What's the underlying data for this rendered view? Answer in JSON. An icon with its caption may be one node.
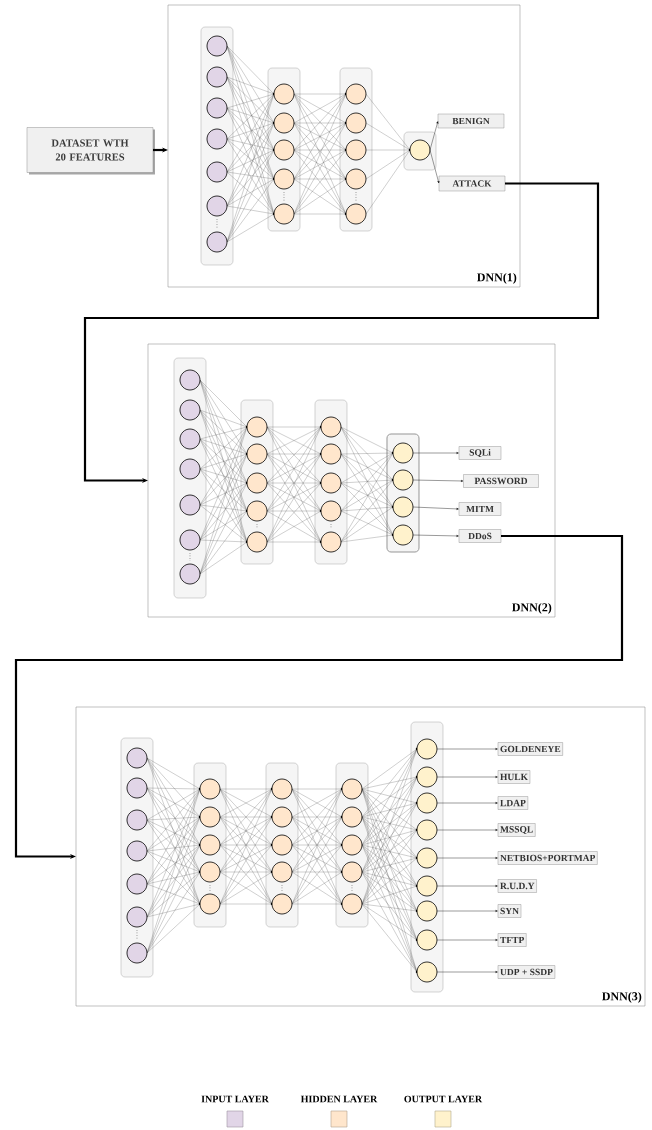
{
  "diagram": {
    "nodes": [
      {
        "text": [
          "DATASET WTH 20 FEATURES"
        ]
      },
      {
        "text": [
          "DNN(1)"
        ]
      },
      {
        "text": [
          "BENIGN"
        ],
        "in": 1
      },
      {
        "text": [
          "ATTACK"
        ],
        "in": 1
      },
      {
        "text": [
          "DNN(2)"
        ]
      },
      {
        "text": [
          "SQLi"
        ],
        "in": 4
      },
      {
        "text": [
          "PASSWORD"
        ],
        "in": 4
      },
      {
        "text": [
          "MITM"
        ],
        "in": 4
      },
      {
        "text": [
          "DDoS"
        ],
        "in": 4
      },
      {
        "text": [
          "DNN(3)"
        ]
      },
      {
        "text": [
          "GOLDENEYE"
        ],
        "in": 9
      },
      {
        "text": [
          "HULK"
        ],
        "in": 9
      },
      {
        "text": [
          "LDAP"
        ],
        "in": 9
      },
      {
        "text": [
          "MSSQL"
        ],
        "in": 9
      },
      {
        "text": [
          "NETBIOS+PORTMAP"
        ],
        "in": 9
      },
      {
        "text": [
          "R.U.D.Y"
        ],
        "in": 9
      },
      {
        "text": [
          "SYN"
        ],
        "in": 9
      },
      {
        "text": [
          "TFTP"
        ],
        "in": 9
      },
      {
        "text": [
          "UDP + SSDP"
        ],
        "in": 9
      }
    ],
    "edges": [
      {
        "from": 0,
        "to": 1,
        "arrow": "to",
        "style": "thick"
      },
      {
        "from": null,
        "to": 2,
        "arrow": "to"
      },
      {
        "from": null,
        "to": 3,
        "arrow": "to"
      },
      {
        "from": 3,
        "to": 4,
        "arrow": "to",
        "style": "thick"
      },
      {
        "from": null,
        "to": 5,
        "arrow": "to"
      },
      {
        "from": null,
        "to": 6,
        "arrow": "to"
      },
      {
        "from": null,
        "to": 7,
        "arrow": "to"
      },
      {
        "from": null,
        "to": 8,
        "arrow": "to"
      },
      {
        "from": 8,
        "to": 9,
        "arrow": "to",
        "style": "thick"
      },
      {
        "from": null,
        "to": 10,
        "arrow": "to"
      },
      {
        "from": null,
        "to": 11,
        "arrow": "to"
      },
      {
        "from": null,
        "to": 12,
        "arrow": "to"
      },
      {
        "from": null,
        "to": 13,
        "arrow": "to"
      },
      {
        "from": null,
        "to": 14,
        "arrow": "to"
      },
      {
        "from": null,
        "to": 15,
        "arrow": "to"
      },
      {
        "from": null,
        "to": 16,
        "arrow": "to"
      },
      {
        "from": null,
        "to": 17,
        "arrow": "to"
      },
      {
        "from": null,
        "to": 18,
        "arrow": "to"
      }
    ],
    "legend": [
      {
        "text": "INPUT LAYER",
        "color": "#e1d5e7"
      },
      {
        "text": "HIDDEN LAYER",
        "color": "#ffe6cc"
      },
      {
        "text": "OUTPUT LAYER",
        "color": "#fff2cc"
      }
    ]
  }
}
